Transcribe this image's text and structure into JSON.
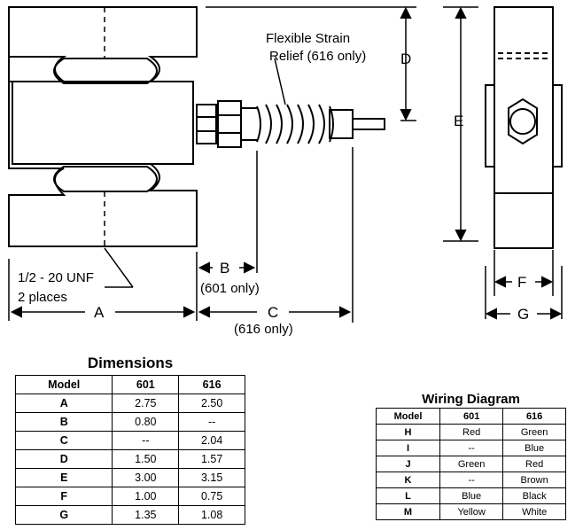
{
  "drawing": {
    "labels": {
      "strain_relief_line1": "Flexible Strain",
      "strain_relief_line2": "Relief (616 only)",
      "unf_line1": "1/2 - 20 UNF",
      "unf_line2": "2 places",
      "dim_a": "A",
      "dim_b": "B",
      "dim_b_note": "(601 only)",
      "dim_c": "C",
      "dim_c_note": "(616 only)",
      "dim_d": "D",
      "dim_e": "E",
      "dim_f": "F",
      "dim_g": "G"
    }
  },
  "dimensions_table": {
    "title": "Dimensions",
    "headers": [
      "Model",
      "601",
      "616"
    ],
    "rows": [
      [
        "A",
        "2.75",
        "2.50"
      ],
      [
        "B",
        "0.80",
        "--"
      ],
      [
        "C",
        "--",
        "2.04"
      ],
      [
        "D",
        "1.50",
        "1.57"
      ],
      [
        "E",
        "3.00",
        "3.15"
      ],
      [
        "F",
        "1.00",
        "0.75"
      ],
      [
        "G",
        "1.35",
        "1.08"
      ]
    ]
  },
  "wiring_table": {
    "title": "Wiring Diagram",
    "headers": [
      "Model",
      "601",
      "616"
    ],
    "rows": [
      [
        "H",
        "Red",
        "Green"
      ],
      [
        "I",
        "--",
        "Blue"
      ],
      [
        "J",
        "Green",
        "Red"
      ],
      [
        "K",
        "--",
        "Brown"
      ],
      [
        "L",
        "Blue",
        "Black"
      ],
      [
        "M",
        "Yellow",
        "White"
      ]
    ]
  }
}
